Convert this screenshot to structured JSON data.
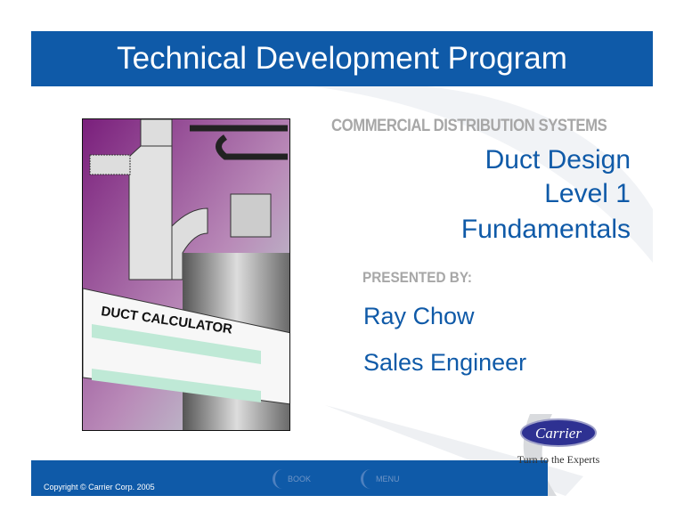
{
  "header": {
    "title": "Technical Development Program"
  },
  "main": {
    "subtitle": "COMMERCIAL DISTRIBUTION SYSTEMS",
    "course_lines": [
      "Duct Design",
      "Level 1",
      "Fundamentals"
    ],
    "presented_by_label": "PRESENTED BY:",
    "presenter_name": "Ray Chow",
    "presenter_title": "Sales Engineer"
  },
  "illustration": {
    "calculator_label": "DUCT CALCULATOR"
  },
  "footer": {
    "copyright": "Copyright © Carrier Corp. 2005",
    "book_label": "BOOK",
    "menu_label": "MENU"
  },
  "logo": {
    "brand": "Carrier",
    "tagline": "Turn to the Experts"
  },
  "colors": {
    "brand_blue": "#0f5aa8",
    "gray_text": "#a7a7a7",
    "logo_navy": "#2e3192"
  }
}
